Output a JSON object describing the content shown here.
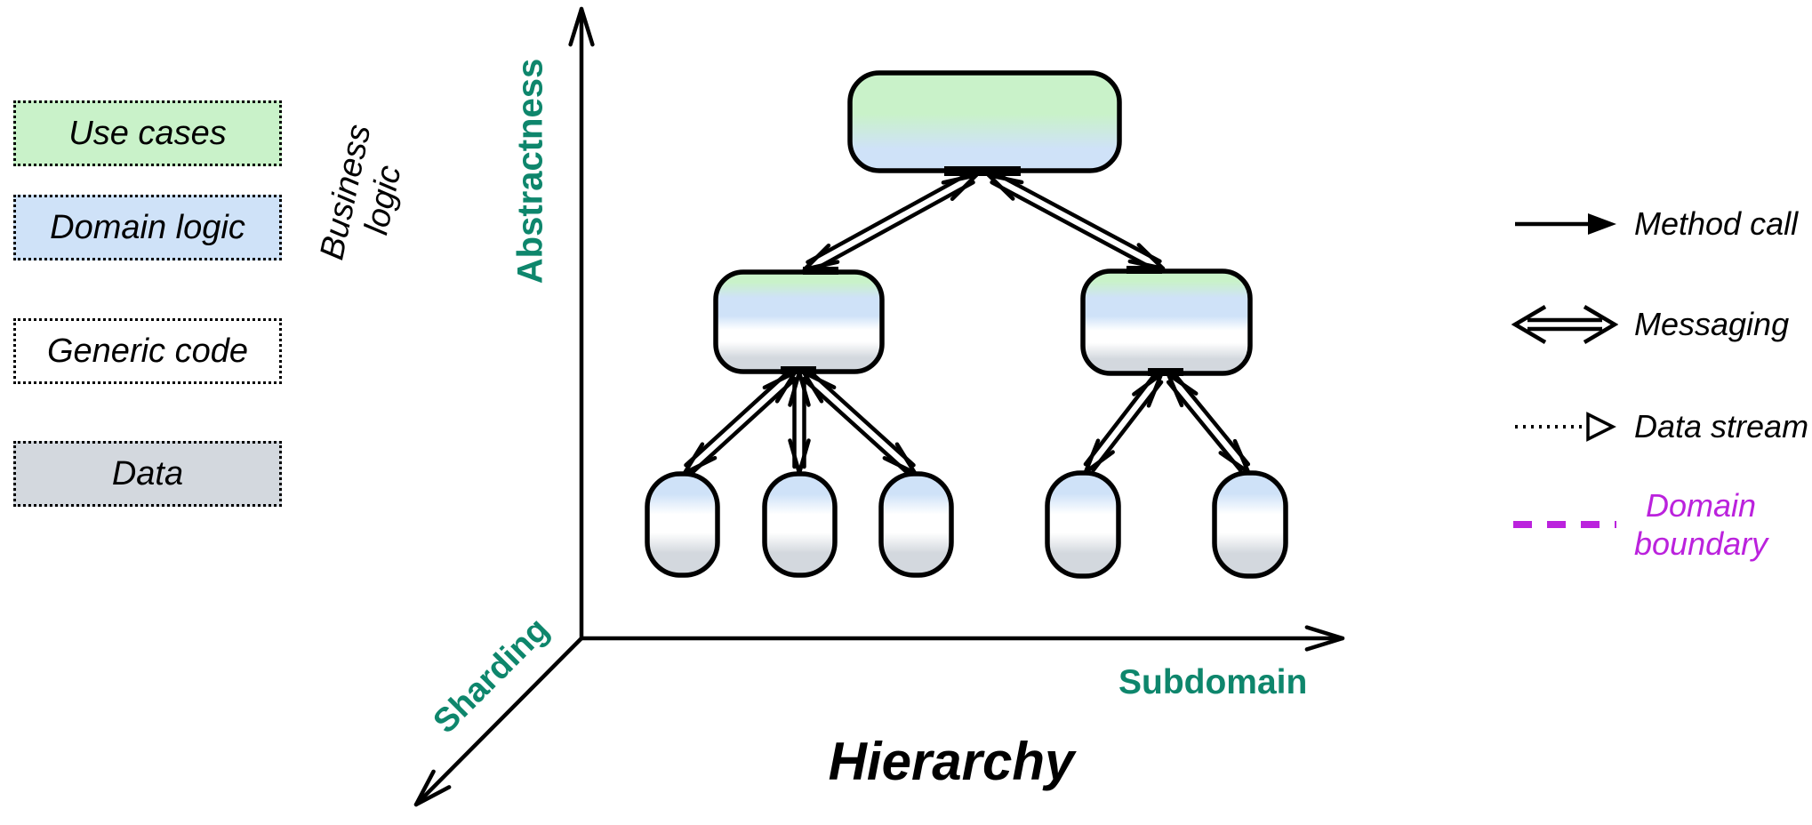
{
  "layer_legend": {
    "group_label": "Business\nlogic",
    "items": [
      {
        "id": "use-cases",
        "label": "Use cases",
        "color": "#c9f2c9"
      },
      {
        "id": "domain-logic",
        "label": "Domain logic",
        "color": "#cfe2f8"
      },
      {
        "id": "generic-code",
        "label": "Generic code",
        "color": "#ffffff"
      },
      {
        "id": "data",
        "label": "Data",
        "color": "#d3d8de"
      }
    ]
  },
  "axes": {
    "y_label": "Abstractness",
    "x_label": "Subdomain",
    "z_label": "Sharding",
    "title": "Hierarchy",
    "label_color": "#0e866c"
  },
  "arrow_legend": {
    "items": [
      {
        "id": "method-call",
        "label": "Method call"
      },
      {
        "id": "messaging",
        "label": "Messaging"
      },
      {
        "id": "data-stream",
        "label": "Data stream"
      },
      {
        "id": "domain-boundary",
        "label": "Domain\nboundary",
        "color": "#bb22dd"
      }
    ]
  },
  "tree": {
    "levels": [
      {
        "name": "root",
        "nodes": 1,
        "layers": [
          "Use cases",
          "Domain logic"
        ]
      },
      {
        "name": "middle",
        "nodes": 2,
        "layers": [
          "Use cases",
          "Domain logic",
          "Generic code",
          "Data"
        ]
      },
      {
        "name": "leaf",
        "nodes": 5,
        "layers": [
          "Domain logic",
          "Generic code",
          "Data"
        ]
      }
    ],
    "connection_type": "Messaging (bidirectional)"
  },
  "colors": {
    "green": "#c9f2c9",
    "blue": "#cfe2f8",
    "white": "#ffffff",
    "gray": "#d3d8de",
    "stroke": "#000000"
  }
}
